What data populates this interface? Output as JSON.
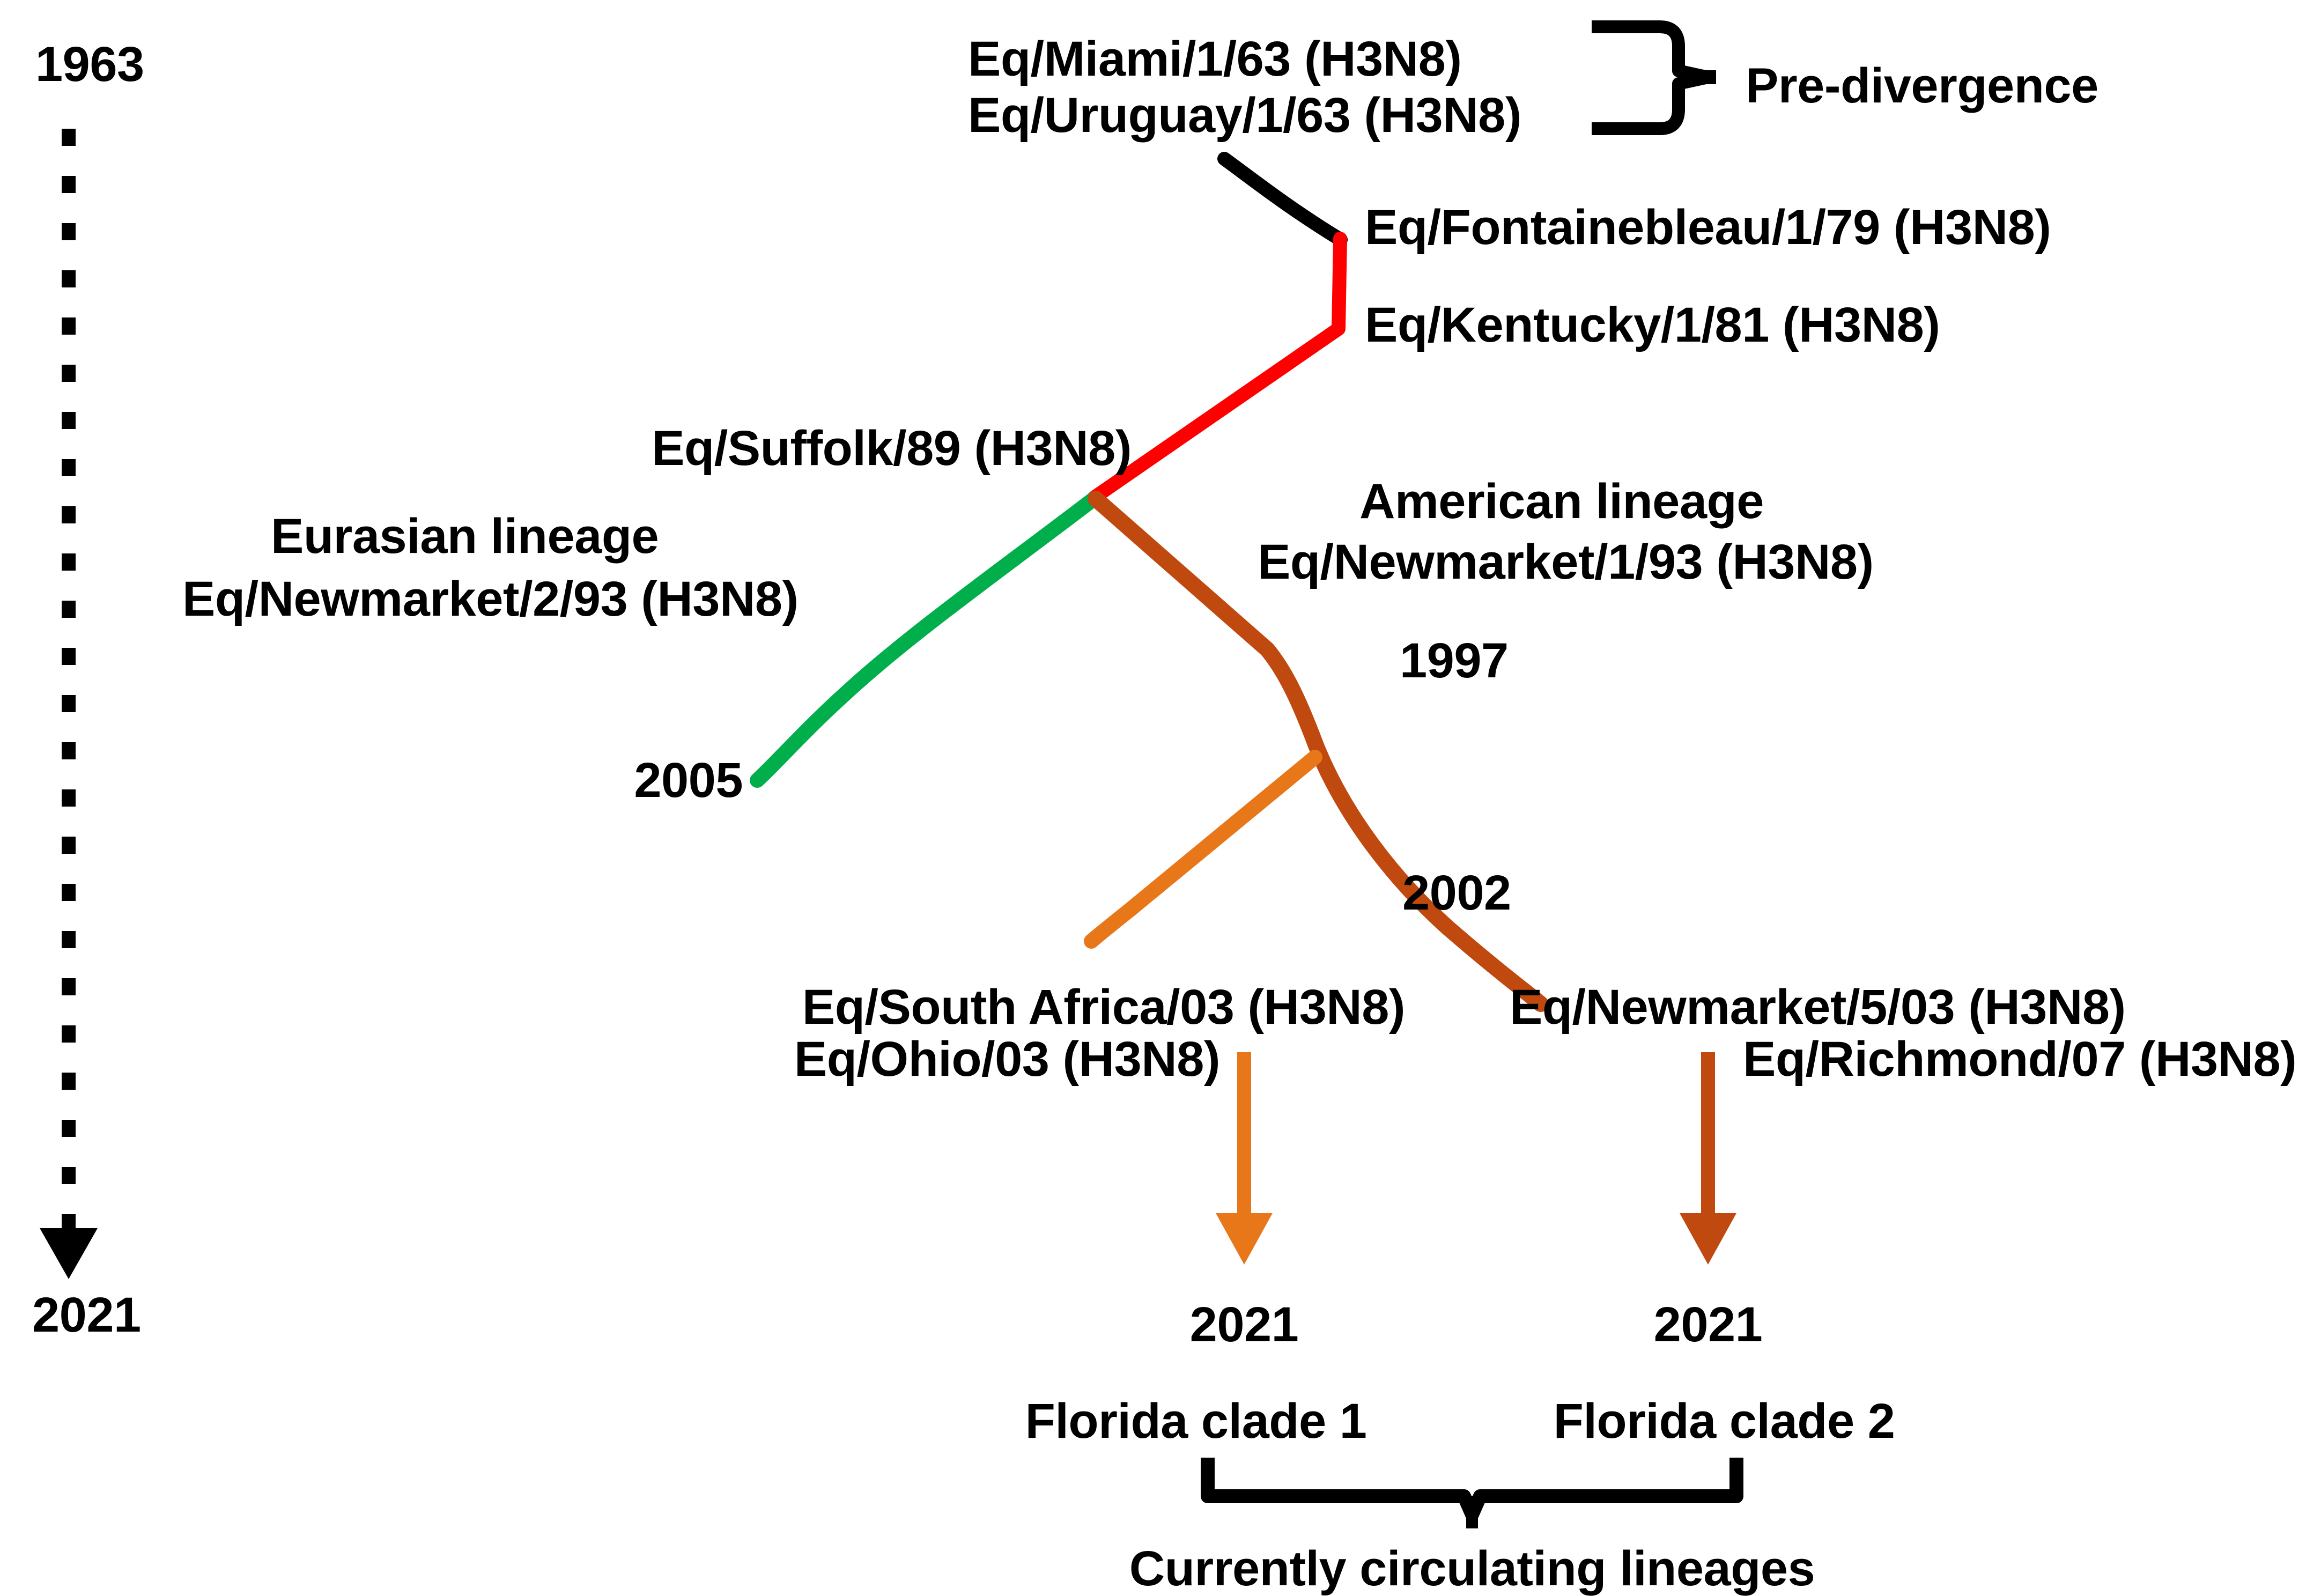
{
  "figure": {
    "type": "phylogenetic-tree",
    "subject": "Equine influenza A (H3N8) lineage divergence timeline",
    "orientation": "top-to-bottom timeline"
  },
  "timeline_axis": {
    "name": "year-axis",
    "start_label": "1963",
    "end_label": "2021",
    "arrow_direction": "down",
    "line_style": "dashed"
  },
  "nodes": [
    {
      "id": "miami63",
      "label": "Eq/Miami/1/63 (H3N8)",
      "group": "pre-divergence"
    },
    {
      "id": "uruguay63",
      "label": "Eq/Uruguay/1/63 (H3N8)",
      "group": "pre-divergence"
    },
    {
      "id": "fontainebleau79",
      "label": "Eq/Fontainebleau/1/79 (H3N8)",
      "group": "pre-divergence-stem"
    },
    {
      "id": "kentucky81",
      "label": "Eq/Kentucky/1/81 (H3N8)",
      "group": "pre-divergence-stem"
    },
    {
      "id": "suffolk89",
      "label": "Eq/Suffolk/89 (H3N8)",
      "group": "divergence-node"
    },
    {
      "id": "newmarket2_93",
      "label": "Eq/Newmarket/2/93 (H3N8)",
      "group": "eurasian"
    },
    {
      "id": "newmarket1_93",
      "label": "Eq/Newmarket/1/93 (H3N8)",
      "group": "american"
    },
    {
      "id": "southafrica03",
      "label": "Eq/South Africa/03 (H3N8)",
      "group": "florida-clade-1"
    },
    {
      "id": "ohio03",
      "label": "Eq/Ohio/03 (H3N8)",
      "group": "florida-clade-1"
    },
    {
      "id": "newmarket5_03",
      "label": "Eq/Newmarket/5/03 (H3N8)",
      "group": "florida-clade-2"
    },
    {
      "id": "richmond07",
      "label": "Eq/Richmond/07 (H3N8)",
      "group": "florida-clade-2"
    }
  ],
  "lineages": {
    "pre_divergence_label": "Pre-divergence",
    "eurasian_label": "Eurasian lineage",
    "american_label": "American lineage",
    "florida_clade_1_label": "Florida clade 1",
    "florida_clade_2_label": "Florida clade 2",
    "currently_circulating_label": "Currently circulating lineages"
  },
  "year_markers": {
    "eurasian_terminus": "2005",
    "american_split_1997": "1997",
    "florida_split_2002": "2002",
    "clade1_terminus": "2021",
    "clade2_terminus": "2021"
  },
  "colors": {
    "pre_divergence_black": "#000000",
    "stem_red": "#FF0000",
    "eurasian_green": "#00AE4B",
    "american_brown": "#C0490F",
    "florida_clade1_orange": "#E8771A",
    "text_black": "#000000",
    "background": "#FFFFFF"
  },
  "brackets": [
    {
      "name": "pre-divergence-brace",
      "orientation": "right",
      "groups": [
        "Eq/Miami/1/63 (H3N8)",
        "Eq/Uruguay/1/63 (H3N8)"
      ],
      "label": "Pre-divergence"
    },
    {
      "name": "currently-circulating-brace",
      "orientation": "down",
      "groups": [
        "Florida clade 1",
        "Florida clade 2"
      ],
      "label": "Currently circulating lineages"
    }
  ]
}
